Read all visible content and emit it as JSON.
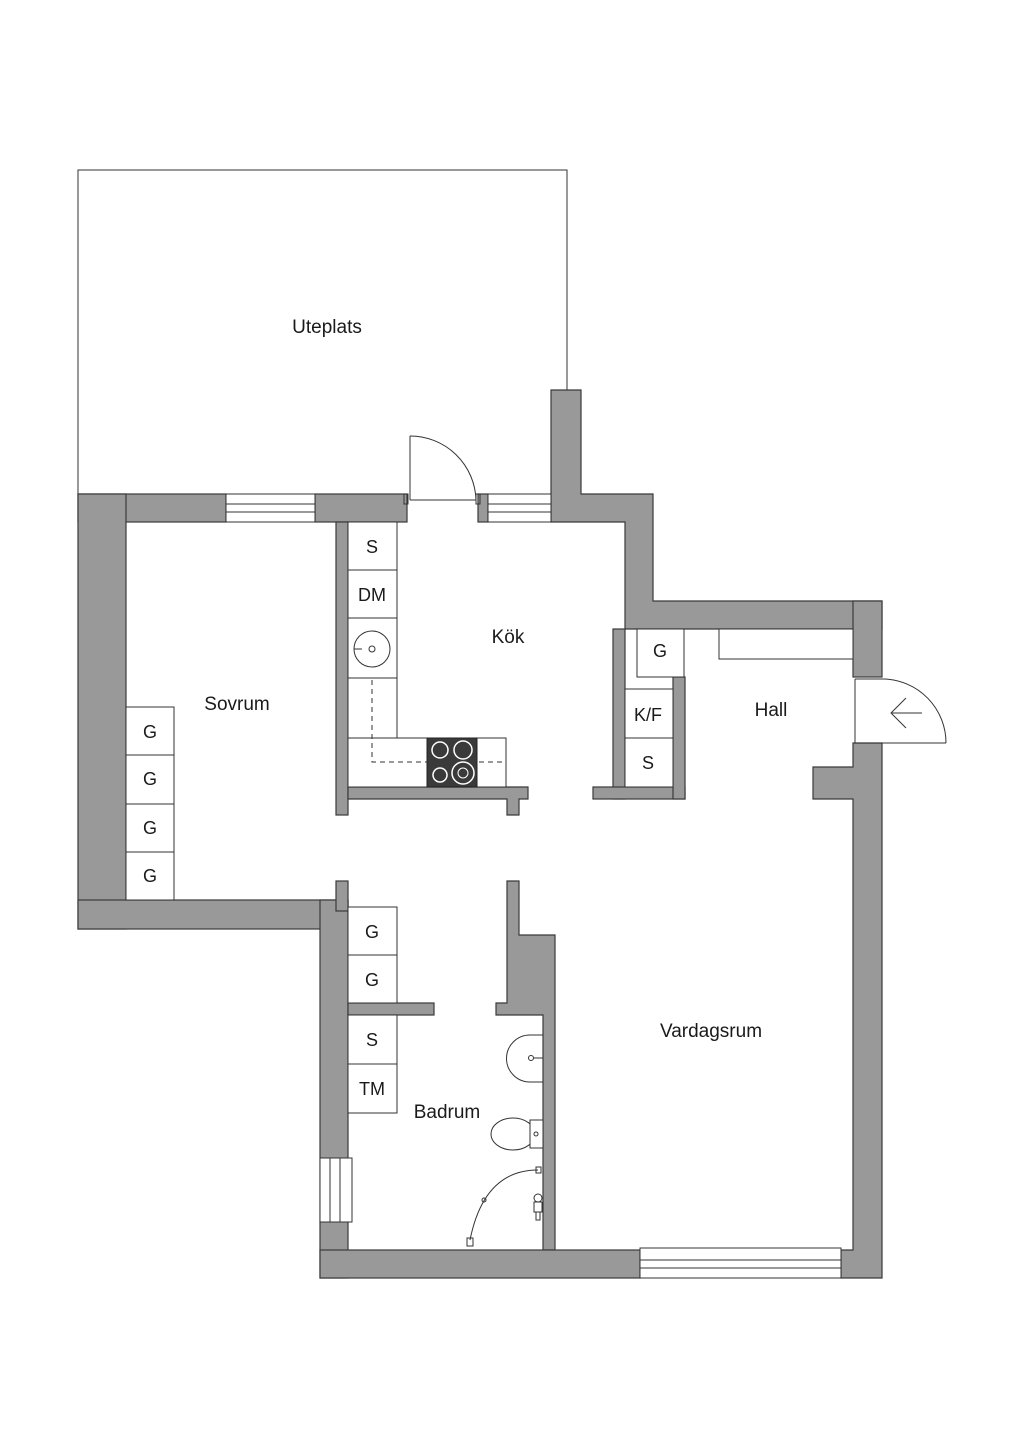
{
  "rooms": {
    "uteplats": "Uteplats",
    "sovrum": "Sovrum",
    "kok": "Kök",
    "hall": "Hall",
    "vardagsrum": "Vardagsrum",
    "badrum": "Badrum"
  },
  "fixtures": {
    "kitchen_s": "S",
    "dishwasher": "DM",
    "hall_g": "G",
    "fridge_freezer": "K/F",
    "hall_s": "S",
    "sovrum_g": [
      "G",
      "G",
      "G",
      "G"
    ],
    "corridor_g": [
      "G",
      "G"
    ],
    "bath_s": "S",
    "dryer": "TM"
  },
  "colors": {
    "wall": "#999999",
    "stove": "#3a3a3a"
  }
}
